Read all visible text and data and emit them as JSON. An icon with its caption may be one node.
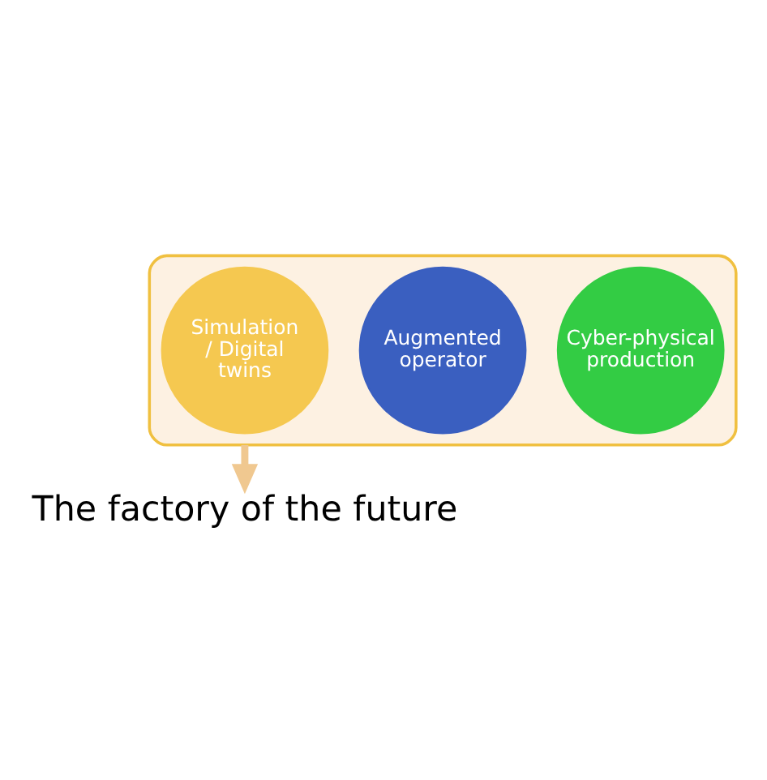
{
  "diagram": {
    "nodes": [
      {
        "text": [],
        "shape": "funnel"
      },
      {
        "text": [
          "Cyber-physical production"
        ],
        "in": 0
      },
      {
        "text": [
          "Augmented operator"
        ],
        "in": 0
      },
      {
        "text": [
          "Simulation / Digital twins"
        ],
        "in": 0
      },
      {
        "text": [
          "The factory of the future"
        ]
      }
    ],
    "edges": [
      {
        "from": 0,
        "to": 4,
        "arrow": "to"
      }
    ]
  }
}
